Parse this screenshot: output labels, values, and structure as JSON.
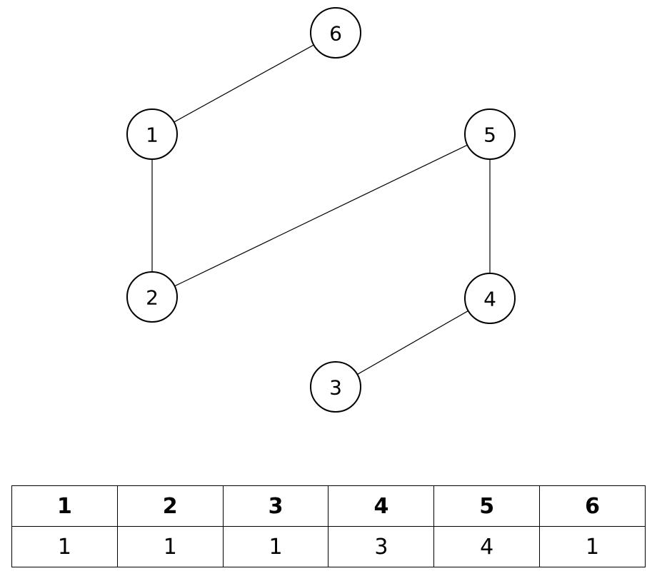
{
  "graph": {
    "nodes": [
      {
        "id": "1",
        "label": "1"
      },
      {
        "id": "2",
        "label": "2"
      },
      {
        "id": "3",
        "label": "3"
      },
      {
        "id": "4",
        "label": "4"
      },
      {
        "id": "5",
        "label": "5"
      },
      {
        "id": "6",
        "label": "6"
      }
    ],
    "edges": [
      {
        "from": "6",
        "to": "1"
      },
      {
        "from": "1",
        "to": "2"
      },
      {
        "from": "2",
        "to": "5"
      },
      {
        "from": "5",
        "to": "4"
      },
      {
        "from": "4",
        "to": "3"
      }
    ]
  },
  "table": {
    "header": [
      "1",
      "2",
      "3",
      "4",
      "5",
      "6"
    ],
    "values": [
      "1",
      "1",
      "1",
      "3",
      "4",
      "1"
    ]
  }
}
